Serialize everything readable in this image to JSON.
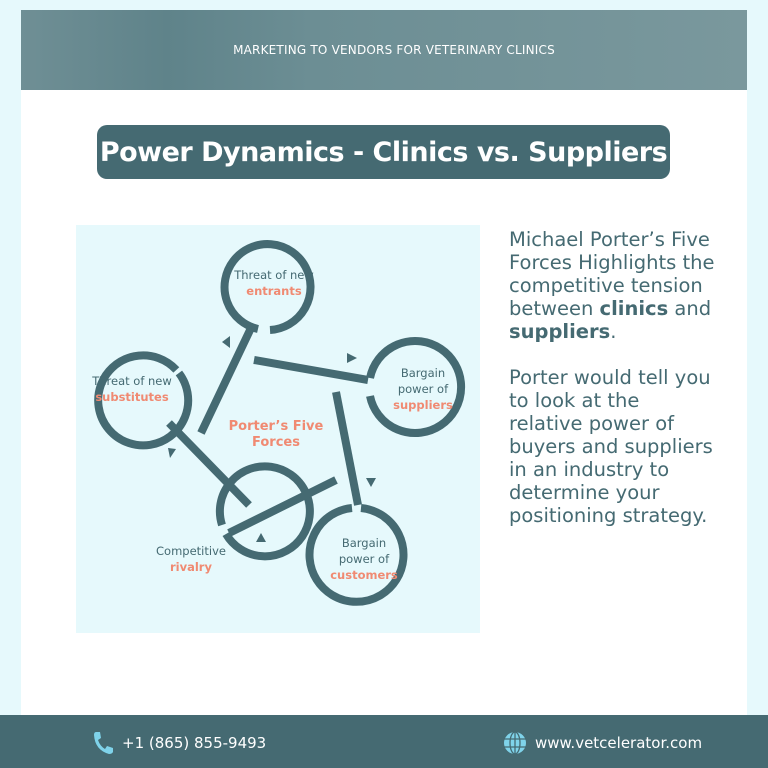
{
  "banner": {
    "title": "MARKETING TO VENDORS FOR VETERINARY CLINICS"
  },
  "heading": "Power Dynamics - Clinics vs. Suppliers",
  "diagram": {
    "center": "Porter’s Five Forces",
    "nodes": [
      {
        "pre": "Threat of new",
        "hl": "entrants"
      },
      {
        "pre": "Threat of new",
        "hl": "substitutes"
      },
      {
        "pre": "Bargain power of",
        "hl": "suppliers"
      },
      {
        "pre": "Competitive",
        "hl": "rivalry"
      },
      {
        "pre": "Bargain power of",
        "hl": "customers"
      }
    ]
  },
  "side": {
    "p1_text": "Michael Porter’s Five Forces Highlights the competitive tension between",
    "p1_b1": "clinics",
    "p1_and": "and",
    "p1_b2": "suppliers",
    "p1_end": ".",
    "p2": "Porter would tell you to look at the relative power of buyers and suppliers in an industry to determine your positioning strategy."
  },
  "footer": {
    "phone": "+1 (865) 855-9493",
    "website": "www.vetcelerator.com"
  },
  "colors": {
    "teal": "#456a72",
    "accent": "#f08a72",
    "bg": "#e6f9fc"
  }
}
